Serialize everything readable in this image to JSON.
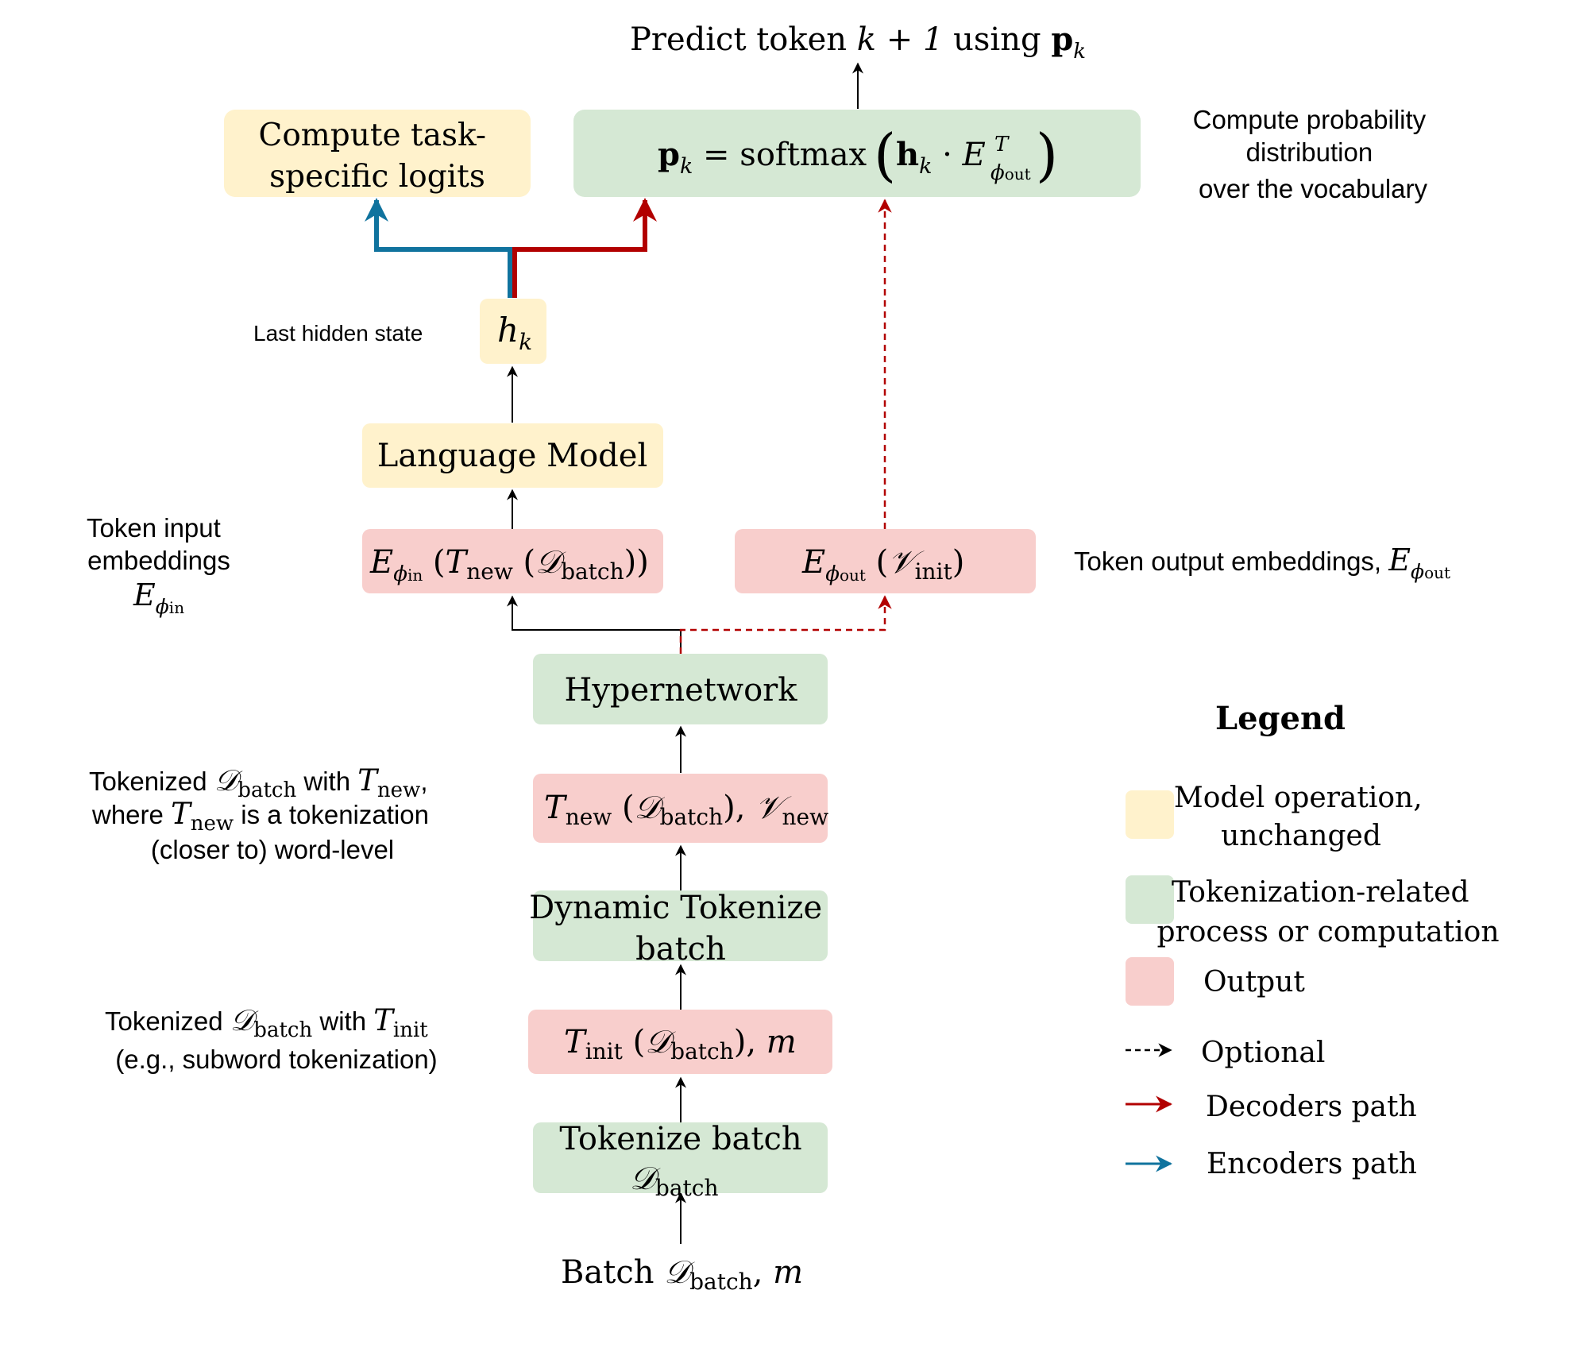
{
  "colors": {
    "model_op": "#fff2cc",
    "tokenization": "#d5e8d4",
    "output": "#f8cecc",
    "decoder_path": "#b20000",
    "encoder_path": "#10739e",
    "arrow": "#000000"
  },
  "top": {
    "predict_prefix": "Predict token ",
    "predict_expr": "k + 1",
    "predict_using": " using ",
    "predict_p": "p",
    "predict_sub": "k"
  },
  "boxes": {
    "task_logits": {
      "line1": "Compute task-",
      "line2": "specific logits"
    },
    "softmax": {
      "lhs": "p",
      "lhs_sub": "k",
      "eq": " = softmax ",
      "h": "h",
      "h_sub": "k",
      "dot": " · ",
      "E": "E",
      "E_sup": "T",
      "E_sub": "ϕ",
      "E_sub2": "out"
    },
    "hidden": {
      "h": "h",
      "sub": "k"
    },
    "language_model": {
      "label": "Language Model"
    },
    "input_emb": {
      "E": "E",
      "sub": "ϕ",
      "sub2": "in",
      "T": "T",
      "T_sub": "new",
      "D": "𝒟",
      "D_sub": "batch"
    },
    "output_emb": {
      "E": "E",
      "sub": "ϕ",
      "sub2": "out",
      "V": "𝒱",
      "V_sub": "init"
    },
    "hypernetwork": {
      "label": "Hypernetwork"
    },
    "tnew": {
      "T": "T",
      "T_sub": "new",
      "D": "𝒟",
      "D_sub": "batch",
      "V": "𝒱",
      "V_sub": "new"
    },
    "dynamic_tokenize": {
      "line1": "Dynamic Tokenize",
      "line2": "batch"
    },
    "tinit": {
      "T": "T",
      "T_sub": "init",
      "D": "𝒟",
      "D_sub": "batch",
      "m": "m"
    },
    "tokenize_batch": {
      "line1": "Tokenize batch",
      "D": "𝒟",
      "D_sub": "batch"
    }
  },
  "bottom": {
    "prefix": "Batch ",
    "D": "𝒟",
    "D_sub": "batch",
    "m": "m"
  },
  "annotations": {
    "compute_prob": [
      "Compute probability",
      "distribution",
      "over the vocabulary"
    ],
    "last_hidden": "Last hidden state",
    "token_input": {
      "line1": "Token input",
      "line2": "embeddings",
      "E": "E",
      "sub": "ϕ",
      "sub2": "in"
    },
    "token_output": {
      "text": "Token output embeddings, ",
      "E": "E",
      "sub": "ϕ",
      "sub2": "out"
    },
    "tokenized_new": {
      "w1": "Tokenized ",
      "D": "𝒟",
      "D_sub": "batch",
      "w2": " with ",
      "T": "T",
      "T_sub": "new",
      "comma": ",",
      "w3": "where ",
      "T2": "T",
      "T2_sub": "new",
      "w4": " is a tokenization",
      "line3": "(closer to) word-level"
    },
    "tokenized_init": {
      "w1": "Tokenized ",
      "D": "𝒟",
      "D_sub": "batch",
      "w2": " with ",
      "T": "T",
      "T_sub": "init",
      "line2": "(e.g., subword tokenization)"
    }
  },
  "legend": {
    "title": "Legend",
    "model_op": [
      "Model operation,",
      "unchanged"
    ],
    "tokenization": [
      "Tokenization-related",
      "process or computation"
    ],
    "output": "Output",
    "optional": "Optional",
    "decoders": "Decoders path",
    "encoders": "Encoders path"
  }
}
